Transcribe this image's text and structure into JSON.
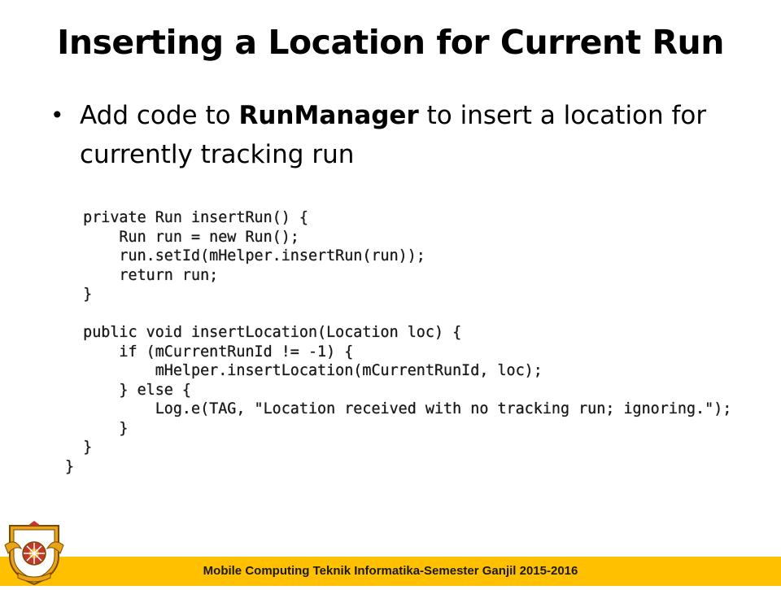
{
  "slide": {
    "title": "Inserting a Location for Current Run",
    "bullet": {
      "prefix": "Add code to ",
      "emphasis": "RunManager",
      "suffix": " to insert a location for currently tracking run"
    },
    "code": "  private Run insertRun() {\n      Run run = new Run();\n      run.setId(mHelper.insertRun(run));\n      return run;\n  }\n\n  public void insertLocation(Location loc) {\n      if (mCurrentRunId != -1) {\n          mHelper.insertLocation(mCurrentRunId, loc);\n      } else {\n          Log.e(TAG, \"Location received with no tracking run; ignoring.\");\n      }\n  }\n}",
    "footer": "Mobile Computing Teknik Informatika-Semester Ganjil 2015-2016",
    "logo_icon": "university-seal-icon"
  },
  "colors": {
    "footer_bar": "#ffc000",
    "text": "#000000",
    "seal_gold": "#e8a317",
    "seal_red": "#c0392b"
  }
}
